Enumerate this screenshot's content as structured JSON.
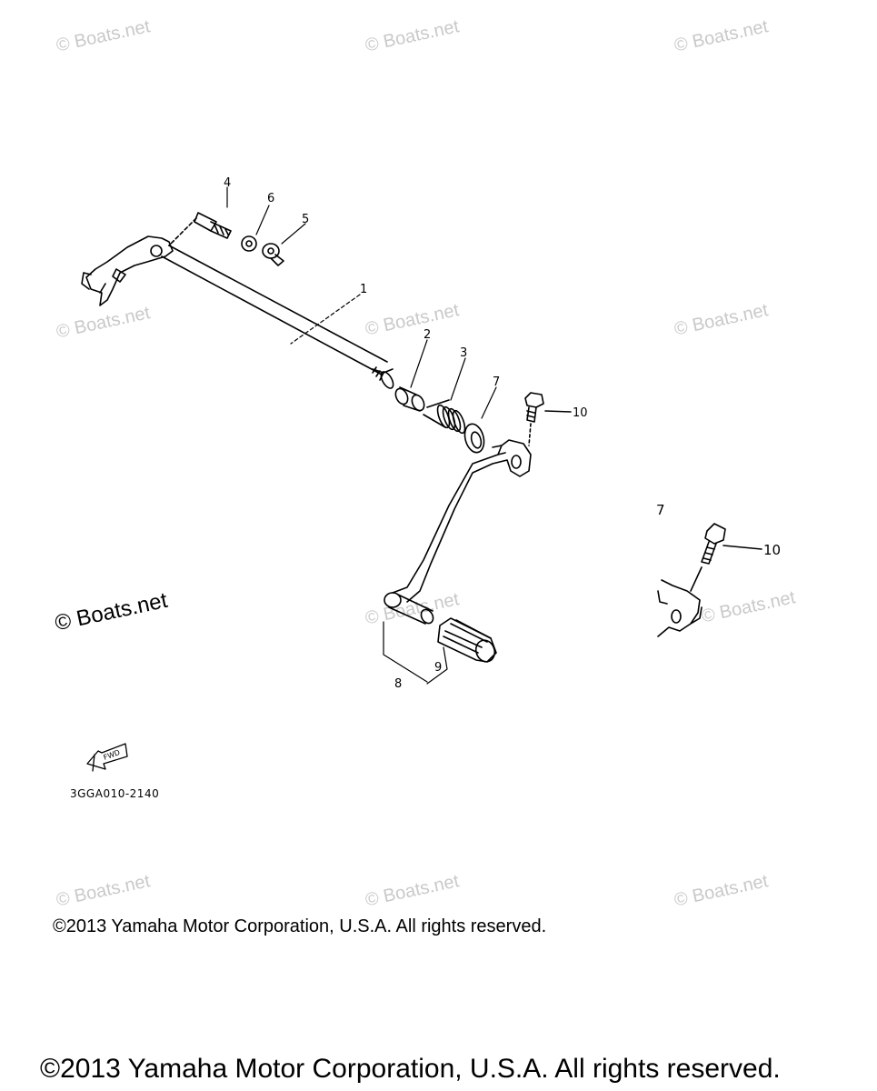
{
  "watermark": {
    "text": "© Boats.net"
  },
  "callouts": {
    "c1": "1",
    "c2": "2",
    "c3": "3",
    "c4": "4",
    "c5": "5",
    "c6": "6",
    "c7": "7",
    "c8": "8",
    "c9": "9",
    "c10": "10",
    "c7_detail": "7",
    "c10_detail": "10"
  },
  "fwd_mark": "FWD",
  "diagram_code": "3GGA010-2140",
  "copyright_small": "©2013 Yamaha Motor Corporation, U.S.A. All rights reserved.",
  "copyright_large": "©2013 Yamaha Motor Corporation, U.S.A. All rights reserved."
}
